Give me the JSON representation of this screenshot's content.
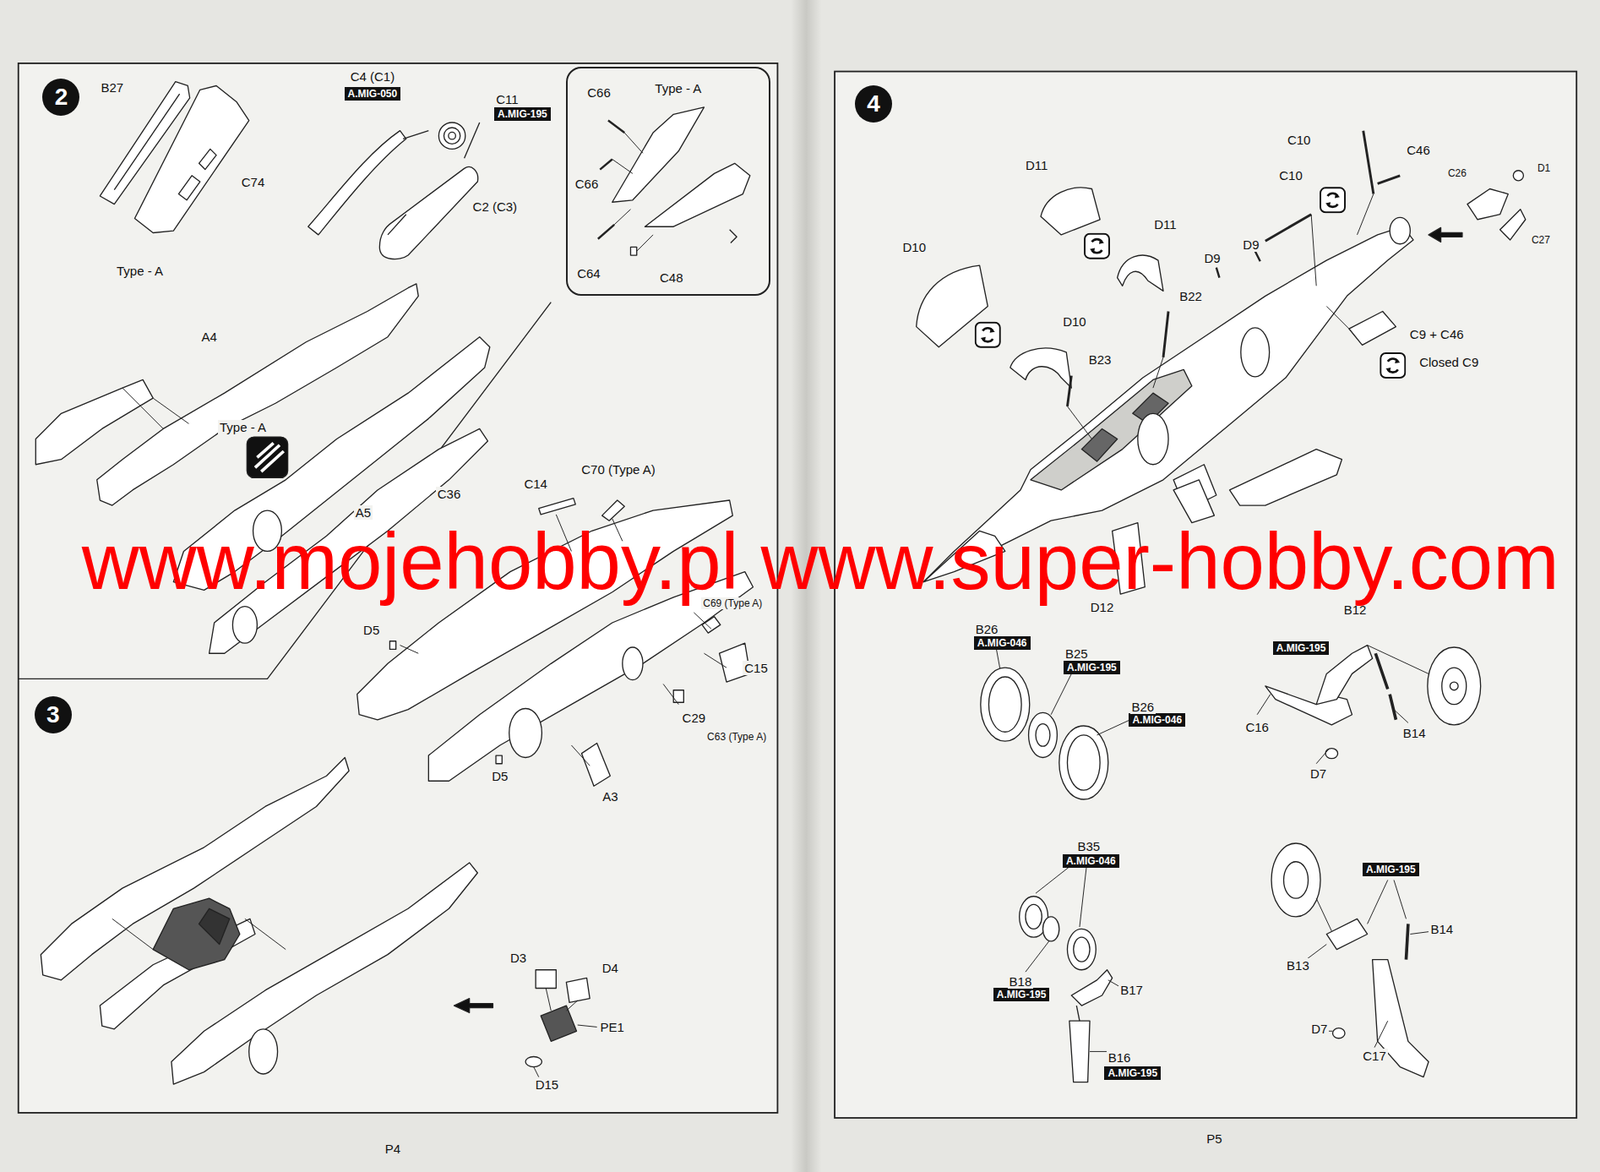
{
  "diagram": {
    "nodes": [
      {
        "text": [
          "2"
        ]
      },
      {
        "text": [
          "Type - A"
        ]
      },
      {
        "text": [
          "A.MIG-050"
        ]
      },
      {
        "text": [
          "A.MIG-195"
        ]
      },
      {
        "text": [
          "3"
        ]
      },
      {
        "text": [
          "4"
        ]
      },
      {
        "text": [
          "A.MIG-046"
        ]
      },
      {
        "text": [
          "A.MIG-195"
        ]
      },
      {
        "text": [
          "A.MIG-046"
        ]
      },
      {
        "text": [
          "A.MIG-195"
        ]
      },
      {
        "text": [
          "A.MIG-046"
        ]
      },
      {
        "text": [
          "A.MIG-195"
        ]
      },
      {
        "text": [
          "A.MIG-195"
        ]
      },
      {
        "text": [
          "A.MIG-195"
        ]
      }
    ],
    "labels": [
      "B27",
      "C4 (C1)",
      "C11",
      "C74",
      "C2 (C3)",
      "C66",
      "C66",
      "C64",
      "C48",
      "Type - A",
      "A4",
      "Type - A",
      "A5",
      "C36",
      "C14",
      "C70 (Type A)",
      "D5",
      "C69 (Type A)",
      "C15",
      "C29",
      "C63 (Type A)",
      "D5",
      "A3",
      "D3",
      "D4",
      "PE1",
      "D15",
      "P4",
      "C10",
      "C46",
      "C26",
      "D1",
      "C27",
      "D11",
      "C10",
      "D11",
      "D9",
      "D9",
      "B22",
      "D10",
      "C9 + C46",
      "Closed C9",
      "D10",
      "B23",
      "D12",
      "B26",
      "B25",
      "B26",
      "B12",
      "C16",
      "B14",
      "D7",
      "B35",
      "B14",
      "B13",
      "D7",
      "C17",
      "B18",
      "B17",
      "B16",
      "P5",
      "www.mojehobby.pl www.super-hobby.com"
    ]
  }
}
